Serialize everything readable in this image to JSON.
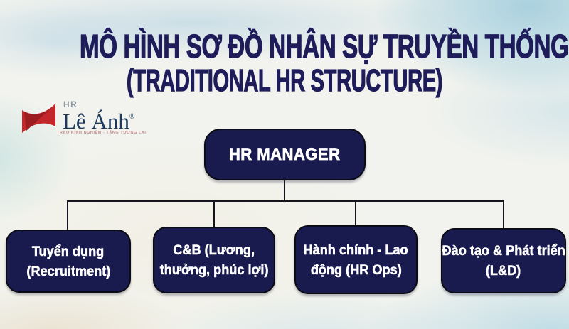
{
  "title": {
    "line1": "MÔ HÌNH SƠ ĐỒ NHÂN SỰ TRUYỀN THỐNG",
    "line2": "(TRADITIONAL HR STRUCTURE)"
  },
  "logo": {
    "hr_label": "HR",
    "name": "Lê Ánh",
    "registered": "®",
    "tagline": "TRAO KINH NGHIỆM - TẶNG TƯƠNG LAI"
  },
  "chart": {
    "type": "org-chart",
    "root": {
      "label": "HR MANAGER"
    },
    "children": [
      {
        "line1": "Tuyển dụng",
        "line2": "(Recruitment)"
      },
      {
        "line1": "C&B (Lương,",
        "line2": "thưởng, phúc lợi)"
      },
      {
        "line1": "Hành chính - Lao",
        "line2": "động (HR Ops)"
      },
      {
        "line1": "Đào tạo & Phát triển",
        "line2": "(L&D)"
      }
    ]
  },
  "colors": {
    "title_color": "#1e1d5a",
    "box_fill": "#191a4e",
    "box_border": "#0b0b14",
    "box_text": "#ffffff",
    "connector": "#15151f",
    "logo_red": "#c3272b",
    "logo_red_dark": "#9c1d20",
    "logo_name_color": "#1c3a5e",
    "logo_hr_color": "#8d989f",
    "logo_tagline_color": "#c08c8c",
    "bg_base": "#f2f3ee"
  }
}
